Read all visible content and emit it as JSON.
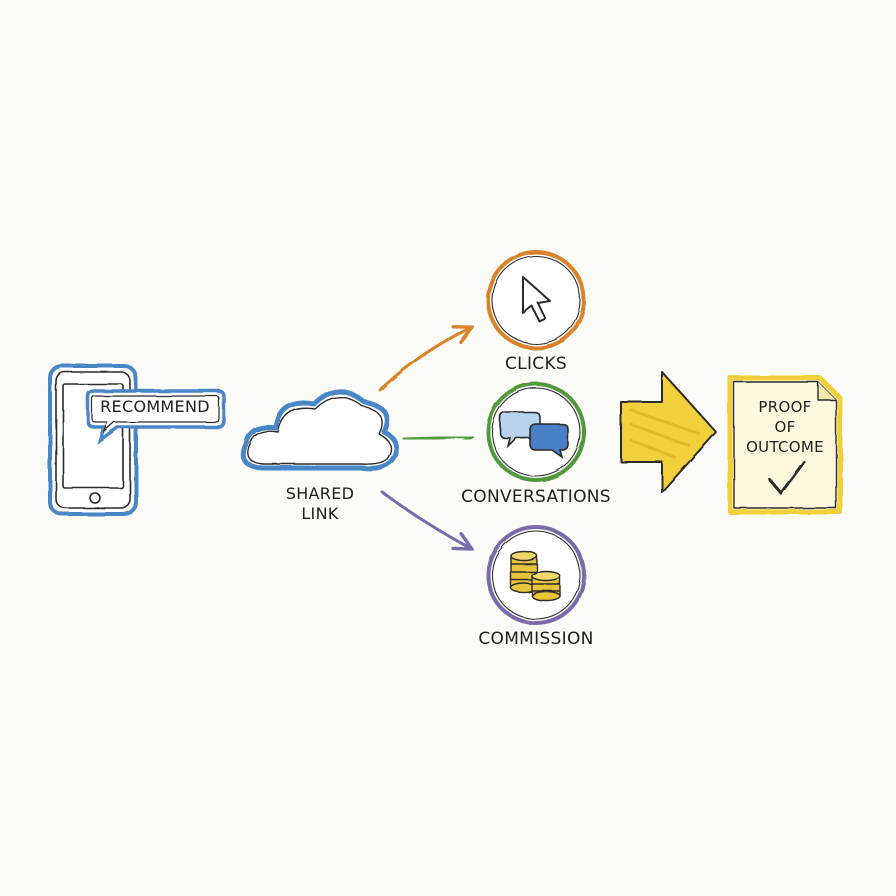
{
  "phone": {
    "bubble_label": "RECOMMEND"
  },
  "cloud": {
    "label_line1": "SHARED",
    "label_line2": "LINK"
  },
  "outcomes": [
    {
      "label": "CLICKS",
      "icon": "cursor-icon",
      "color": "#d9822b"
    },
    {
      "label": "CONVERSATIONS",
      "icon": "chat-bubbles-icon",
      "color": "#4f9a3c"
    },
    {
      "label": "COMMISSION",
      "icon": "coin-stacks-icon",
      "color": "#7a6bab"
    }
  ],
  "proof": {
    "line1": "PROOF",
    "line2": "OF",
    "line3": "OUTCOME",
    "icon": "checkmark-icon"
  },
  "colors": {
    "phone": "#4a86c5",
    "dashes": "#4a86c5",
    "big_arrow": "#f2d03b",
    "document": "#f2d03b",
    "ink": "#2a2a2a"
  }
}
